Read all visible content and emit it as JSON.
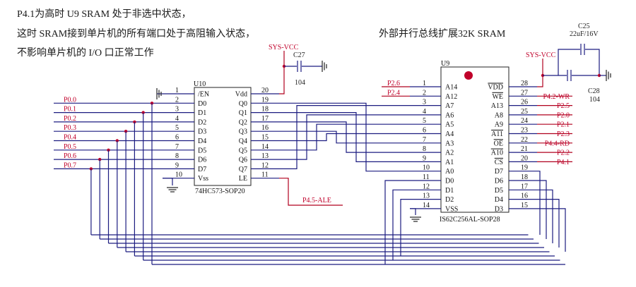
{
  "notes": {
    "line1": "P4.1为高时 U9 SRAM 处于非选中状态，",
    "line2": "这时 SRAM接到单片机的所有端口处于高阻输入状态，",
    "line3": "不影响单片机的 I/O 口正常工作",
    "ext": "外部并行总线扩展32K SRAM"
  },
  "u10": {
    "ref": "U10",
    "part": "74HC573-SOP20",
    "left_pins": [
      {
        "num": "1",
        "name": "/EN"
      },
      {
        "num": "2",
        "name": "D0"
      },
      {
        "num": "3",
        "name": "D1"
      },
      {
        "num": "4",
        "name": "D2"
      },
      {
        "num": "5",
        "name": "D3"
      },
      {
        "num": "6",
        "name": "D4"
      },
      {
        "num": "7",
        "name": "D5"
      },
      {
        "num": "8",
        "name": "D6"
      },
      {
        "num": "9",
        "name": "D7"
      },
      {
        "num": "10",
        "name": "Vss"
      }
    ],
    "right_pins": [
      {
        "num": "20",
        "name": "Vdd"
      },
      {
        "num": "19",
        "name": "Q0"
      },
      {
        "num": "18",
        "name": "Q1"
      },
      {
        "num": "17",
        "name": "Q2"
      },
      {
        "num": "16",
        "name": "Q3"
      },
      {
        "num": "15",
        "name": "Q4"
      },
      {
        "num": "14",
        "name": "Q5"
      },
      {
        "num": "13",
        "name": "Q6"
      },
      {
        "num": "12",
        "name": "Q7"
      },
      {
        "num": "11",
        "name": "LE"
      }
    ]
  },
  "u9": {
    "ref": "U9",
    "part": "IS62C256AL-SOP28",
    "left_pins": [
      {
        "num": "1",
        "name": "A14"
      },
      {
        "num": "2",
        "name": "A12"
      },
      {
        "num": "3",
        "name": "A7"
      },
      {
        "num": "4",
        "name": "A6"
      },
      {
        "num": "5",
        "name": "A5"
      },
      {
        "num": "6",
        "name": "A4"
      },
      {
        "num": "7",
        "name": "A3"
      },
      {
        "num": "8",
        "name": "A2"
      },
      {
        "num": "9",
        "name": "A1"
      },
      {
        "num": "10",
        "name": "A0"
      },
      {
        "num": "11",
        "name": "D0"
      },
      {
        "num": "12",
        "name": "D1"
      },
      {
        "num": "13",
        "name": "D2"
      },
      {
        "num": "14",
        "name": "VSS"
      }
    ],
    "right_pins": [
      {
        "num": "28",
        "name": "VDD"
      },
      {
        "num": "27",
        "name": "WE"
      },
      {
        "num": "26",
        "name": "A13"
      },
      {
        "num": "25",
        "name": "A8"
      },
      {
        "num": "24",
        "name": "A9"
      },
      {
        "num": "23",
        "name": "A11"
      },
      {
        "num": "22",
        "name": "OE"
      },
      {
        "num": "21",
        "name": "A10"
      },
      {
        "num": "20",
        "name": "CS"
      },
      {
        "num": "19",
        "name": "D7"
      },
      {
        "num": "18",
        "name": "D6"
      },
      {
        "num": "17",
        "name": "D5"
      },
      {
        "num": "16",
        "name": "D4"
      },
      {
        "num": "15",
        "name": "D3"
      }
    ]
  },
  "p0_labels": [
    "P0.0",
    "P0.1",
    "P0.2",
    "P0.3",
    "P0.4",
    "P0.5",
    "P0.6",
    "P0.7"
  ],
  "u9_left_ports": [
    "P2.6",
    "P2.4"
  ],
  "u9_right_ports": [
    "P4.2-WR",
    "P2.5",
    "P2.0",
    "P2.1",
    "P2.3",
    "P4.4-RD",
    "P2.2",
    "P4.1"
  ],
  "ale_label": "P4.5-ALE",
  "vcc_label": "SYS-VCC",
  "c27": {
    "ref": "C27",
    "value": "104"
  },
  "c25": {
    "ref": "C25",
    "value": "22uF/16V"
  },
  "c28": {
    "ref": "C28",
    "value": "104"
  },
  "colors": {
    "wire": "#1c1c80",
    "port": "#c0002a",
    "dot": "#c0002a"
  }
}
